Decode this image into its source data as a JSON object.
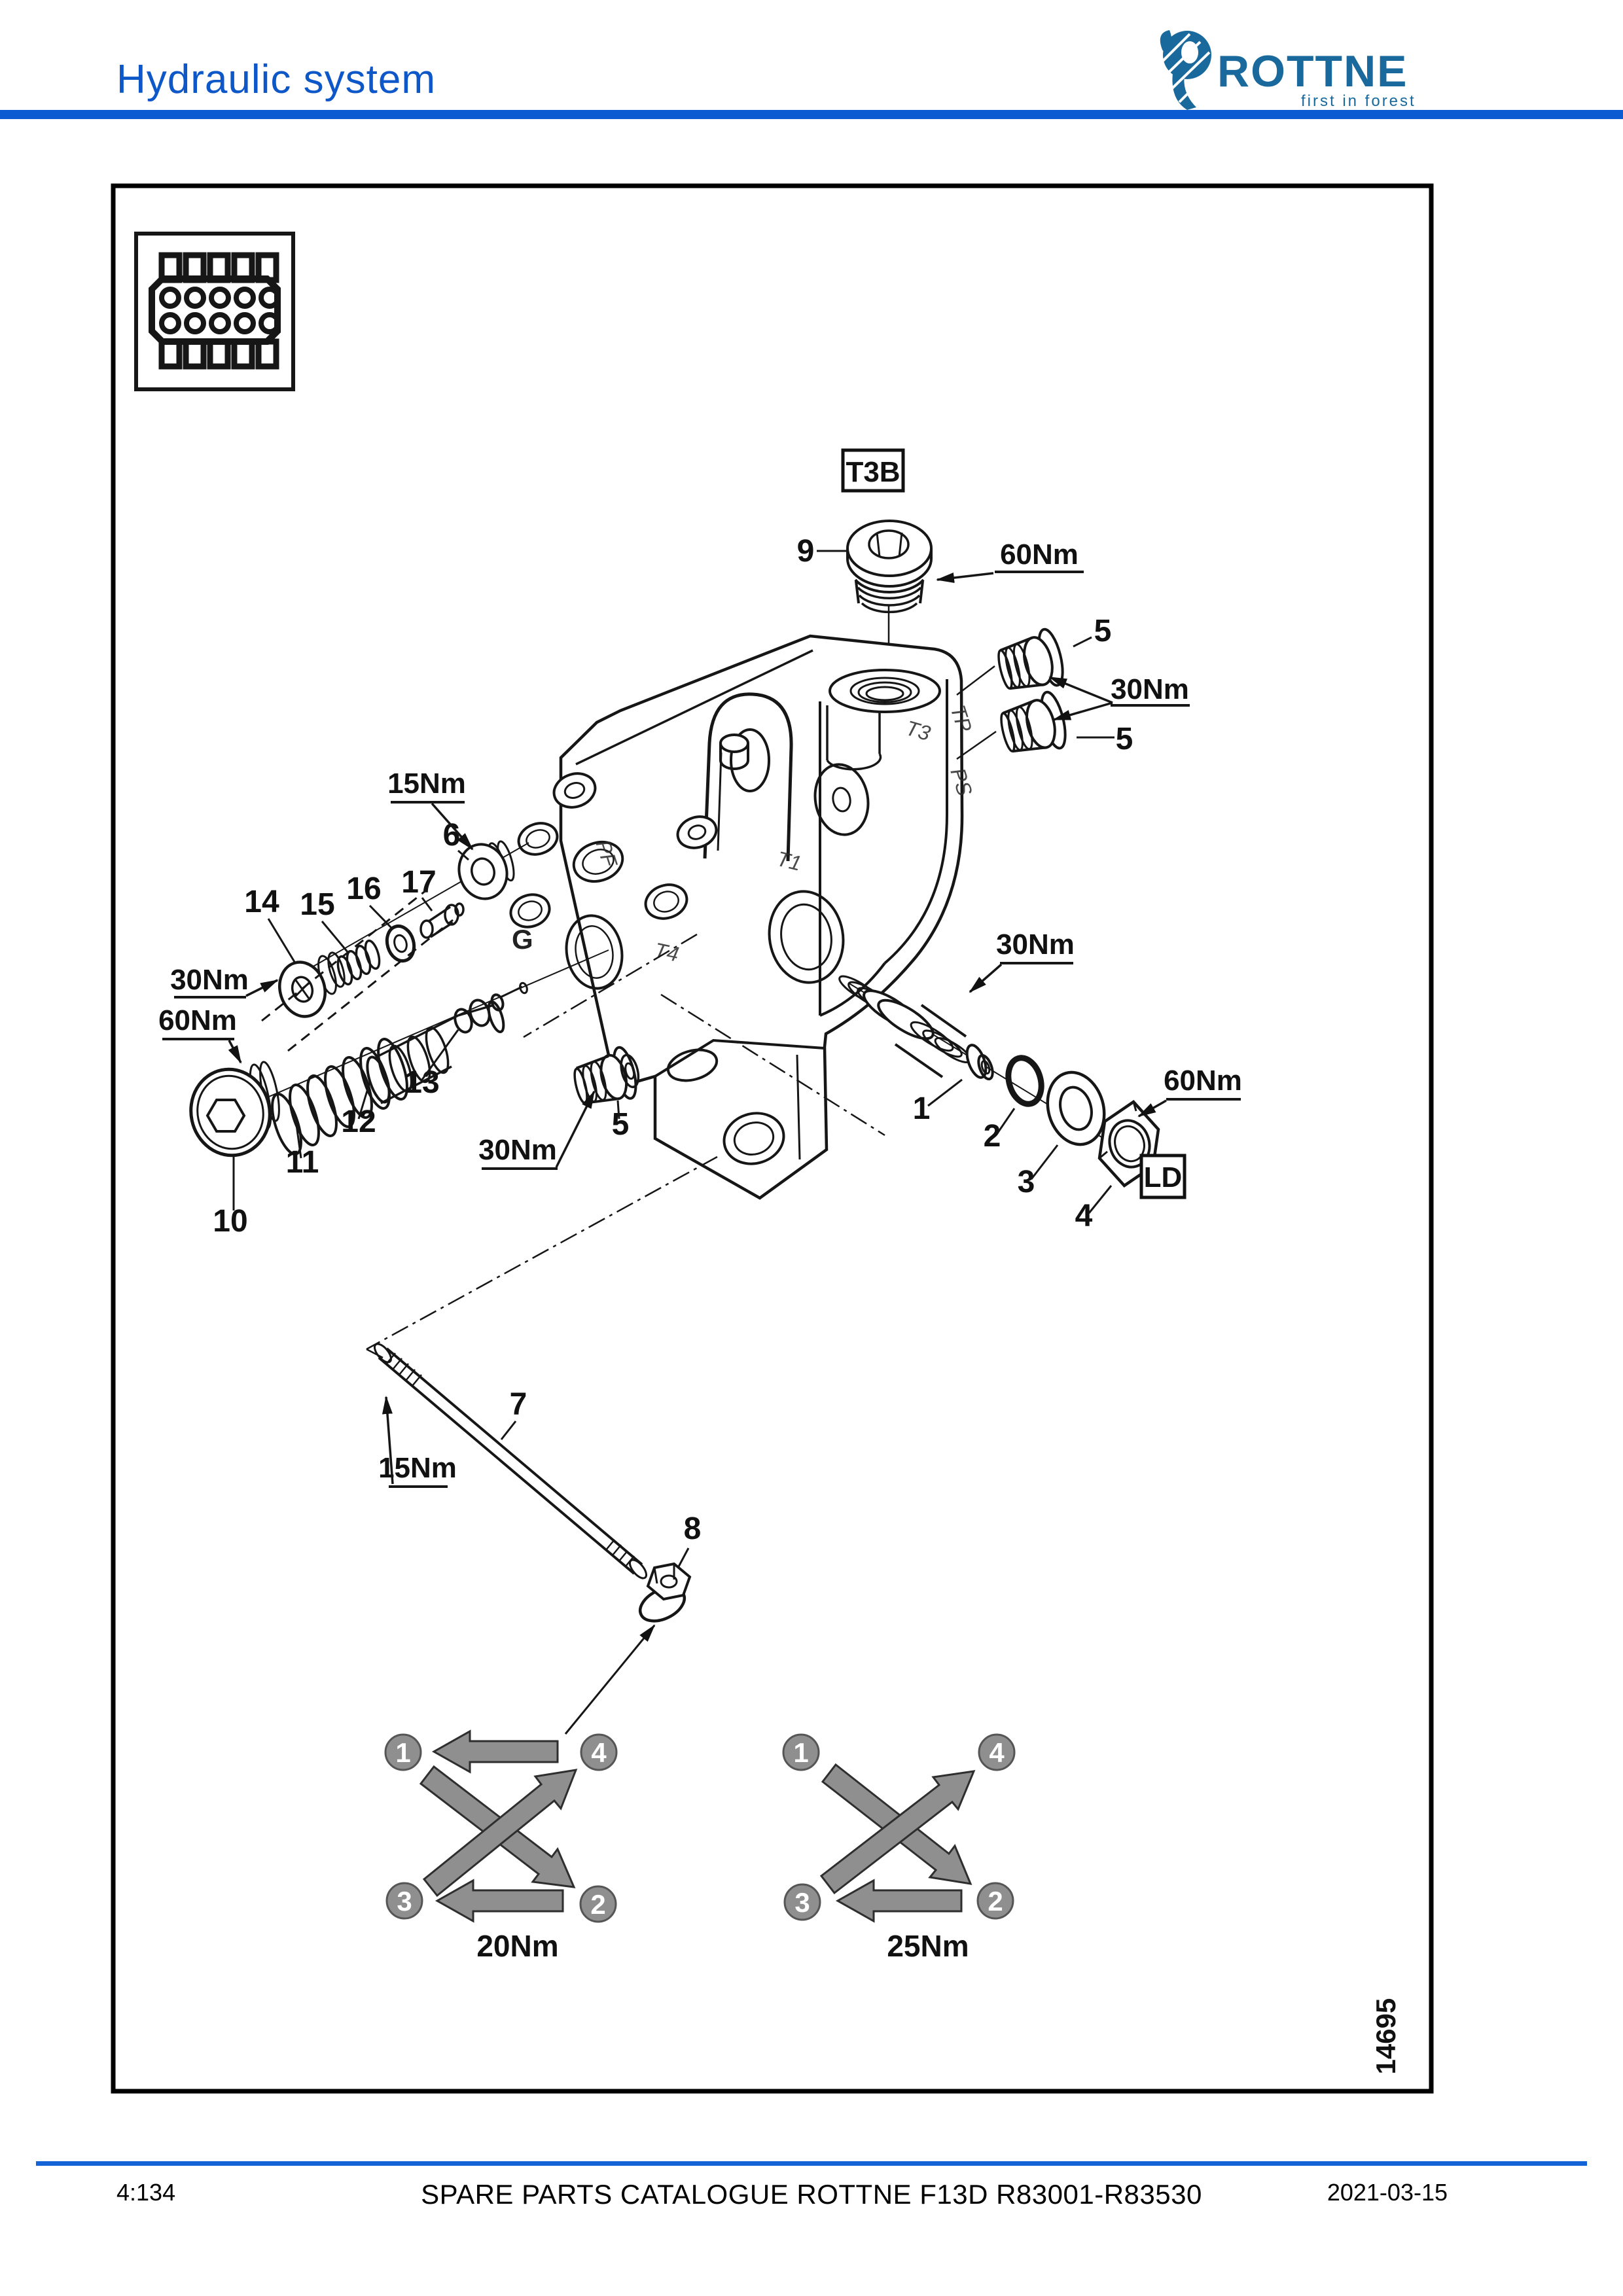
{
  "header": {
    "title": "Hydraulic system",
    "brand": {
      "name": "ROTTNE",
      "tagline": "first in forest"
    }
  },
  "footer": {
    "page": "4:134",
    "catalogue": "SPARE PARTS CATALOGUE ROTTNE F13D R83001-R83530",
    "date": "2021-03-15"
  },
  "figure": {
    "drawing_number": "14695",
    "ref_t3b": "T3B",
    "ref_ld": "LD",
    "ports": {
      "t3": "T3",
      "tp": "TP",
      "ps": "PS",
      "t1": "T1",
      "t4": "T4",
      "g": "G",
      "pf": "PF"
    },
    "torque": {
      "nm15": "15Nm",
      "nm20": "20Nm",
      "nm25": "25Nm",
      "nm30": "30Nm",
      "nm60": "60Nm"
    },
    "parts": {
      "p1": "1",
      "p2": "2",
      "p3": "3",
      "p4": "4",
      "p5": "5",
      "p6": "6",
      "p7": "7",
      "p8": "8",
      "p9": "9",
      "p10": "10",
      "p11": "11",
      "p12": "12",
      "p13": "13",
      "p14": "14",
      "p15": "15",
      "p16": "16",
      "p17": "17"
    },
    "sequence": {
      "steps": [
        "1",
        "2",
        "3",
        "4"
      ],
      "left_torque": "20Nm",
      "right_torque": "25Nm"
    }
  },
  "colors": {
    "accent_blue": "#0d5bd2",
    "logo_blue": "#19699c",
    "diagram_gray": "#8f8f8f"
  }
}
